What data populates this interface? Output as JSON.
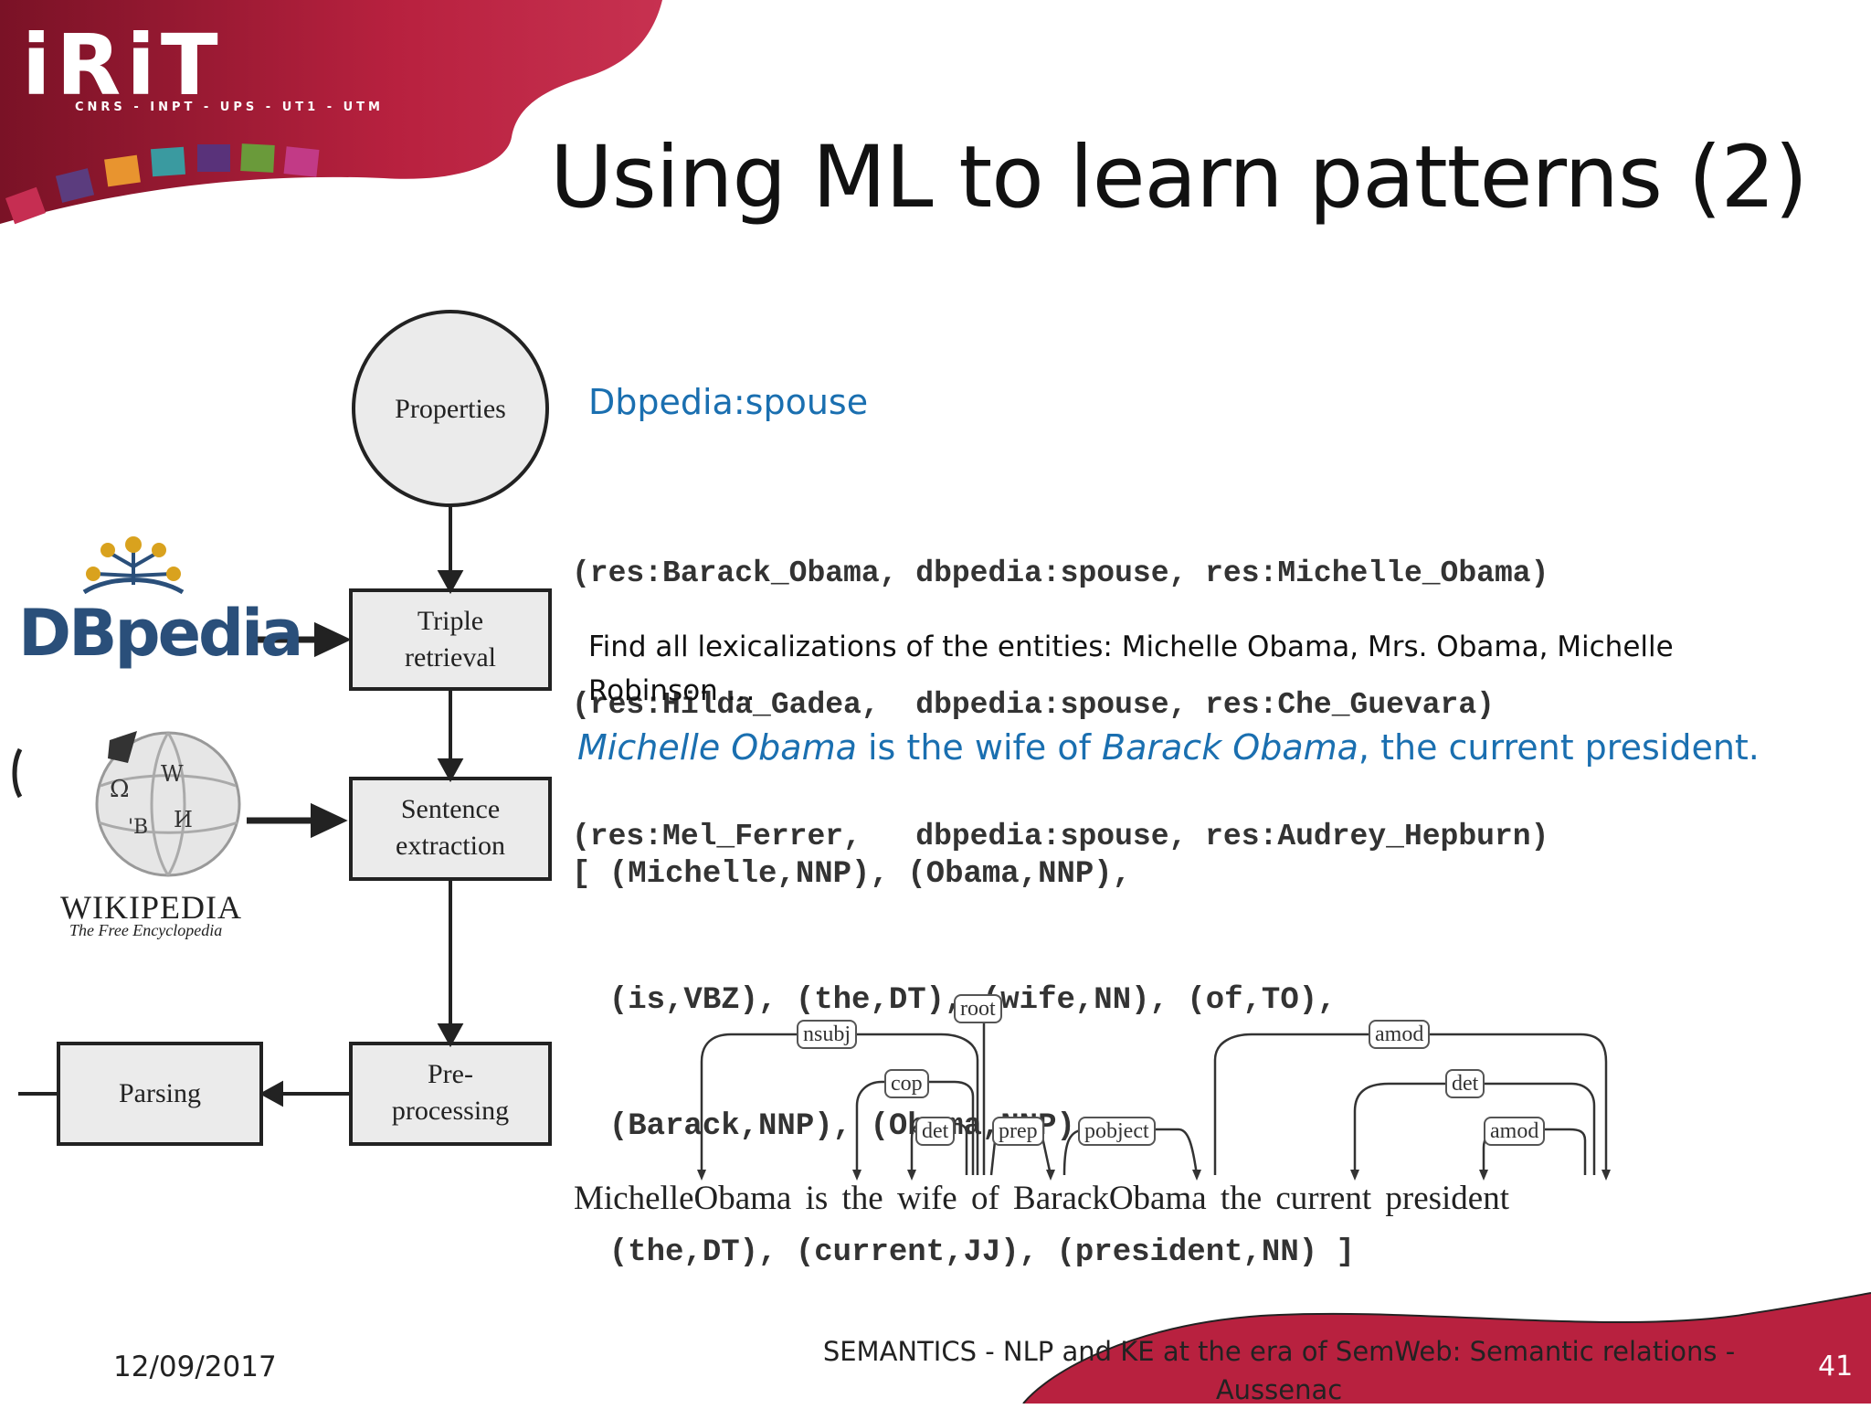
{
  "logo": {
    "name": "iRiT",
    "subtitle": "CNRS - INPT - UPS - UT1 - UTM"
  },
  "slide": {
    "title": "Using ML to learn patterns (2)"
  },
  "flowchart": {
    "properties": "Properties",
    "triple_line1": "Triple",
    "triple_line2": "retrieval",
    "sentence_line1": "Sentence",
    "sentence_line2": "extraction",
    "pre_line1": "Pre-",
    "pre_line2": "processing",
    "parsing": "Parsing",
    "dbpedia_logo": "DBpedia",
    "wikipedia_name": "WIKIPEDIA",
    "wikipedia_tagline": "The Free Encyclopedia"
  },
  "content": {
    "property": "Dbpedia:spouse",
    "triples": [
      "(res:Barack_Obama, dbpedia:spouse, res:Michelle_Obama)",
      "(res:Hilda_Gadea,  dbpedia:spouse, res:Che_Guevara)",
      "(res:Mel_Ferrer,   dbpedia:spouse, res:Audrey_Hepburn)"
    ],
    "find_text": "Find all lexicalizations of the entities: Michelle Obama, Mrs. Obama, Michelle Robinson …",
    "sentence": {
      "entity1": "Michelle Obama",
      "middle": " is the wife of ",
      "entity2": "Barack Obama",
      "end": ", the current president."
    },
    "pos_lines": [
      "[ (Michelle,NNP), (Obama,NNP),",
      "  (is,VBZ), (the,DT), (wife,NN), (of,TO),",
      "  (Barack,NNP), (Obama,NNP),",
      "  (the,DT), (current,JJ), (president,NN) ]"
    ],
    "dependency": {
      "sentence": "MichelleObama is the wife of BarackObama the current president",
      "labels": [
        "root",
        "nsubj",
        "cop",
        "det",
        "prep",
        "pobject",
        "amod",
        "det",
        "amod"
      ]
    }
  },
  "footer": {
    "date": "12/09/2017",
    "center_line1": "SEMANTICS - NLP and KE at the era of SemWeb: Semantic relations       -",
    "center_line2": "Aussenac",
    "page": "41"
  },
  "colors": {
    "accent": "#b8213f",
    "blue": "#1a6fb0"
  }
}
